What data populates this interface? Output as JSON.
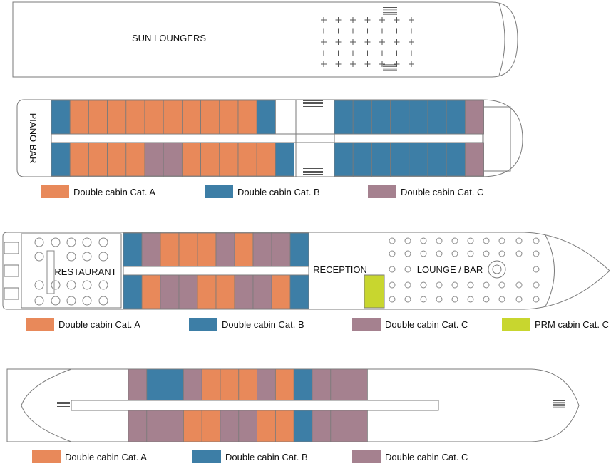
{
  "colors": {
    "A": "#e8895a",
    "B": "#3d7ea6",
    "C": "#a5818f",
    "P": "#c8d62f",
    "line": "#7a7a7a"
  },
  "decks": [
    {
      "id": "sun",
      "label": "SUN LOUNGERS",
      "rows": [],
      "legend": []
    },
    {
      "id": "upper",
      "label": "PIANO BAR",
      "rows": [
        [
          "B",
          "A",
          "A",
          "A",
          "A",
          "A",
          "A",
          "A",
          "A",
          "A",
          "A",
          "B",
          "",
          "B",
          "B",
          "B",
          "B",
          "B",
          "B",
          "B",
          "C"
        ],
        [
          "B",
          "A",
          "A",
          "A",
          "A",
          "C",
          "C",
          "A",
          "A",
          "A",
          "A",
          "A",
          "B",
          "",
          "B",
          "B",
          "B",
          "B",
          "B",
          "B",
          "B",
          "C"
        ]
      ],
      "legend": [
        {
          "cat": "A",
          "label": "Double cabin Cat. A"
        },
        {
          "cat": "B",
          "label": "Double cabin Cat. B"
        },
        {
          "cat": "C",
          "label": "Double cabin Cat. C"
        }
      ]
    },
    {
      "id": "main",
      "labels": {
        "restaurant": "RESTAURANT",
        "reception": "RECEPTION",
        "lounge": "LOUNGE / BAR"
      },
      "rows": [
        [
          "B",
          "C",
          "A",
          "A",
          "A",
          "C",
          "A",
          "C",
          "C",
          "B"
        ],
        [
          "B",
          "A",
          "C",
          "C",
          "A",
          "A",
          "C",
          "C",
          "A",
          "B"
        ]
      ],
      "legend": [
        {
          "cat": "A",
          "label": "Double cabin Cat. A"
        },
        {
          "cat": "B",
          "label": "Double cabin Cat. B"
        },
        {
          "cat": "C",
          "label": "Double cabin Cat. C"
        },
        {
          "cat": "P",
          "label": "PRM cabin Cat. C"
        }
      ]
    },
    {
      "id": "lower",
      "rows": [
        [
          "C",
          "B",
          "B",
          "C",
          "A",
          "A",
          "A",
          "C",
          "A",
          "B",
          "C",
          "C",
          "C"
        ],
        [
          "C",
          "C",
          "C",
          "A",
          "A",
          "C",
          "C",
          "A",
          "A",
          "B",
          "C",
          "C",
          "C"
        ]
      ],
      "legend": [
        {
          "cat": "A",
          "label": "Double cabin Cat. A"
        },
        {
          "cat": "B",
          "label": "Double cabin Cat. B"
        },
        {
          "cat": "C",
          "label": "Double cabin Cat. C"
        }
      ]
    }
  ]
}
